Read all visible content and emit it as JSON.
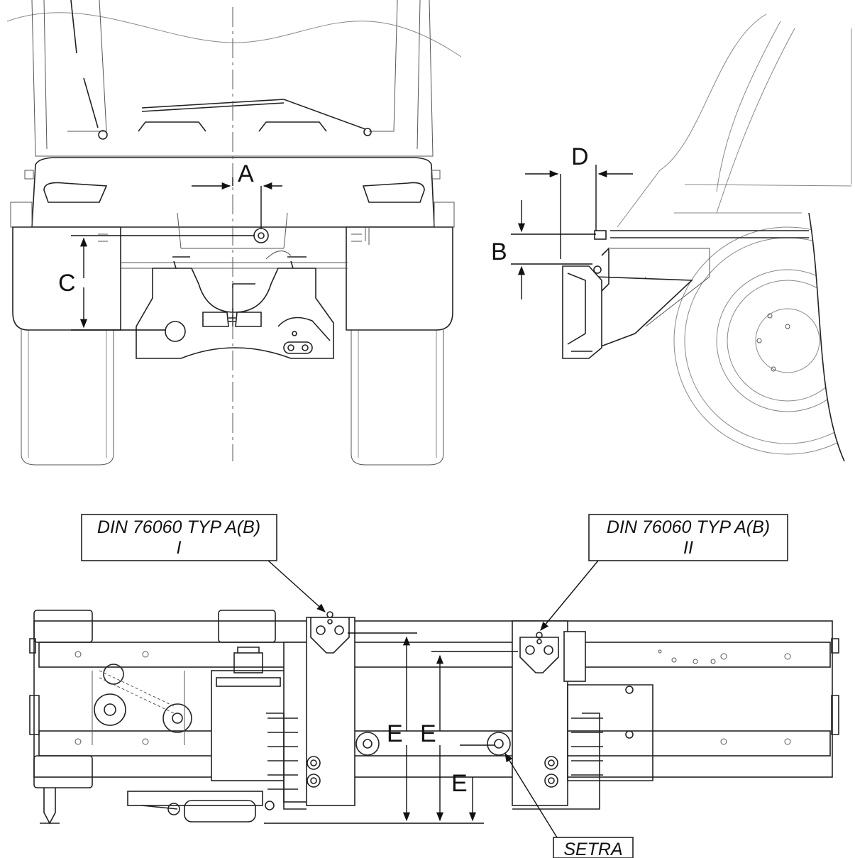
{
  "labels": {
    "A": "A",
    "B": "B",
    "C": "C",
    "D": "D",
    "E1": "E",
    "E2": "E",
    "E3": "E"
  },
  "callouts": {
    "left_line1": "DIN 76060 TYP A(B)",
    "left_line2": "I",
    "right_line1": "DIN 76060 TYP A(B)",
    "right_line2": "II",
    "setra": "SETRA"
  }
}
